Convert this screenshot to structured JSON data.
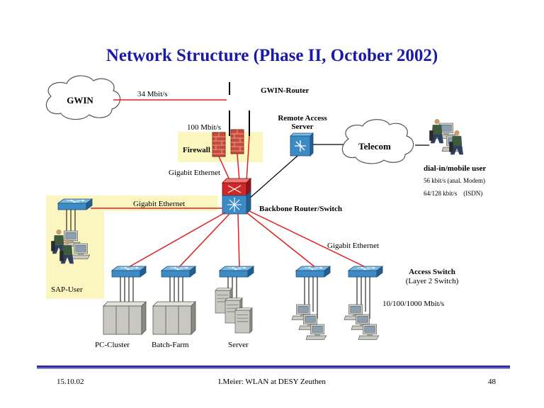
{
  "slide": {
    "title": "Network Structure (Phase II, October 2002)"
  },
  "colors": {
    "title": "#1a1aa8",
    "link": "#e02020",
    "highlight": "#fbf6c0",
    "switch_blue": "#3d8bc4",
    "router_red": "#d02828",
    "footer_bar": "#3030a0"
  },
  "labels": {
    "gwin": "GWIN",
    "gwin_speed": "34 Mbit/s",
    "gwin_router": "GWIN-Router",
    "firewall_speed": "100 Mbit/s",
    "firewall": "Firewall",
    "gigabit_firewall": "Gigabit Ethernet",
    "remote_access_1": "Remote Access",
    "remote_access_2": "Server",
    "telecom": "Telecom",
    "dialin_title": "dial-in/mobile user",
    "dialin_rate1": "56 kbit/s (anal. Modem)",
    "dialin_rate2": "64/128 kbit/s    (ISDN)",
    "gigabit_sap": "Gigabit Ethernet",
    "backbone": "Backbone Router/Switch",
    "gigabit_access": "Gigabit Ethernet",
    "access_switch_1": "Access Switch",
    "access_switch_2": "(Layer 2 Switch)",
    "access_speed": "10/100/1000 Mbit/s",
    "sap_user": "SAP-User",
    "pc_cluster": "PC-Cluster",
    "batch_farm": "Batch-Farm",
    "server": "Server"
  },
  "icons": [
    "cloud-icon",
    "firewall-icon",
    "router-icon",
    "switch-icon",
    "server-rack-icon",
    "workstation-icon",
    "user-icon"
  ],
  "footer": {
    "date": "15.10.02",
    "center": "I.Meier: WLAN at DESY Zeuthen",
    "page": "48"
  }
}
